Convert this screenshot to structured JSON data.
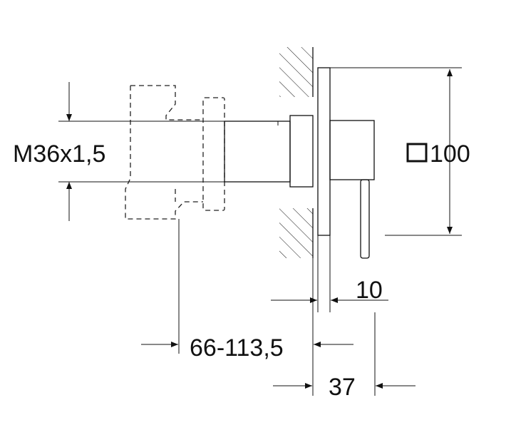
{
  "dimensions": {
    "thread": "M36x1,5",
    "plate_square_symbol": "□",
    "plate_size": "100",
    "plate_thickness": "10",
    "mounting_depth": "66-113,5",
    "wall_offset": "37"
  },
  "colors": {
    "line": "#111111",
    "background": "#ffffff"
  }
}
